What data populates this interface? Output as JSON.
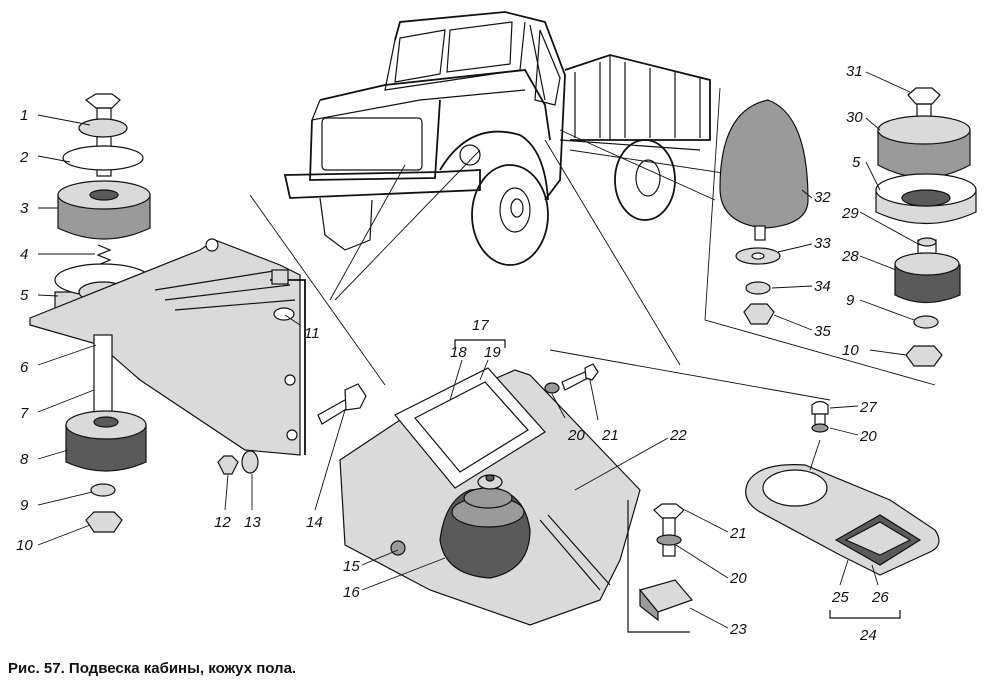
{
  "caption": "Рис. 57. Подвеска кабины, кожух пола.",
  "labels": {
    "l1": "1",
    "l2": "2",
    "l3": "3",
    "l4": "4",
    "l5": "5",
    "l6": "6",
    "l7": "7",
    "l8": "8",
    "l9": "9",
    "l10": "10",
    "l11": "11",
    "l12": "12",
    "l13": "13",
    "l14": "14",
    "l15": "15",
    "l16": "16",
    "l17": "17",
    "l18": "18",
    "l19": "19",
    "l20": "20",
    "l21": "21",
    "l22": "22",
    "l23": "23",
    "l24": "24",
    "l25": "25",
    "l26": "26",
    "l27": "27",
    "l28": "28",
    "l29": "29",
    "l30": "30",
    "l31": "31",
    "l32": "32",
    "l33": "33",
    "l34": "34",
    "l35": "35"
  }
}
